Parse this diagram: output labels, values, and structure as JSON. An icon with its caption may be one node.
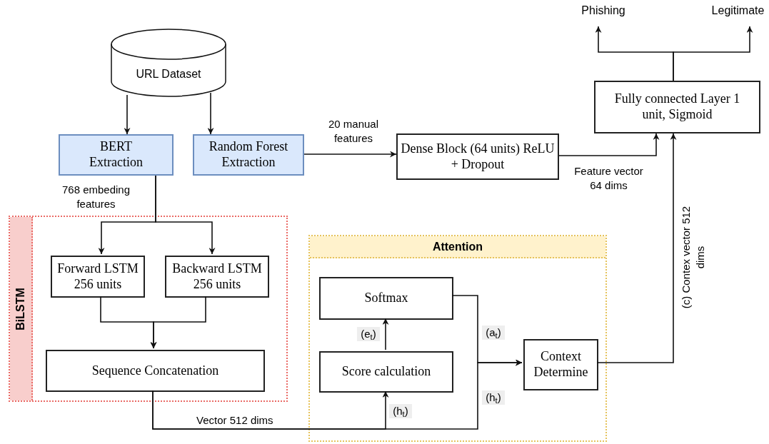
{
  "diagram": {
    "nodes": [
      {
        "text": [
          "URL Dataset"
        ]
      },
      {
        "text": [
          "BERT Extraction"
        ]
      },
      {
        "text": [
          "Random Forest Extraction"
        ]
      },
      {
        "text": [
          "Dense Block (64 units) ReLU + Dropout"
        ]
      },
      {
        "text": [
          "Fully connected Layer 1 unit, Sigmoid"
        ]
      },
      {
        "text": [
          "Phishing"
        ]
      },
      {
        "text": [
          "Legitimate"
        ]
      },
      {
        "text": [
          "BiLSTM"
        ]
      },
      {
        "text": [
          "Forward LSTM 256 units"
        ],
        "in": 7
      },
      {
        "text": [
          "Backward LSTM 256 units"
        ],
        "in": 7
      },
      {
        "text": [
          "Sequence Concatenation"
        ],
        "in": 7
      },
      {
        "text": [
          "Attention"
        ]
      },
      {
        "text": [
          "Softmax"
        ],
        "in": 11
      },
      {
        "text": [
          "Score calculation"
        ],
        "in": 11
      },
      {
        "text": [
          "Context Determine"
        ],
        "in": 11
      }
    ],
    "edges": [
      {
        "from": 0,
        "to": 1,
        "arrow": "to"
      },
      {
        "from": 0,
        "to": 2,
        "arrow": "to"
      },
      {
        "from": 2,
        "to": 3,
        "arrow": "to",
        "label": "20 manual features"
      },
      {
        "from": 3,
        "to": 4,
        "arrow": "to",
        "label": "Feature vector 64 dims"
      },
      {
        "from": 4,
        "to": 5,
        "arrow": "to"
      },
      {
        "from": 4,
        "to": 6,
        "arrow": "to"
      },
      {
        "from": 1,
        "to": 8,
        "arrow": "to",
        "label": "768 embeding features"
      },
      {
        "from": 1,
        "to": 9,
        "arrow": "to"
      },
      {
        "from": 8,
        "to": 10,
        "arrow": "to"
      },
      {
        "from": 9,
        "to": 10,
        "arrow": "to"
      },
      {
        "from": 10,
        "to": 13,
        "arrow": "to",
        "label": "(h$_{t}$)"
      },
      {
        "from": 10,
        "to": 14,
        "arrow": "to",
        "label": "(h$_{t}$)"
      },
      {
        "from": 13,
        "to": 12,
        "arrow": "to",
        "label": "(e$_{t}$)"
      },
      {
        "from": 12,
        "to": 14,
        "arrow": "to",
        "label": "(a$_{t}$)"
      },
      {
        "from": 14,
        "to": 4,
        "arrow": "to",
        "label": "(c) Contex vector 512 dims"
      }
    ],
    "labels": [
      "Vector 512 dims"
    ]
  }
}
